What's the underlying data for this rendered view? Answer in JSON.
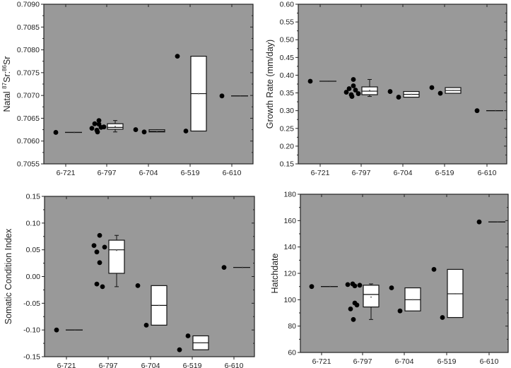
{
  "chart_data": [
    {
      "type": "box",
      "ylabel": "Natal 87Sr:86Sr",
      "ylabel_parts": [
        "Natal ",
        "87",
        "Sr:",
        "86",
        "Sr"
      ],
      "ylim": [
        0.7055,
        0.709
      ],
      "yticks": [
        "0.7055",
        "0.7060",
        "0.7065",
        "0.7070",
        "0.7075",
        "0.7080",
        "0.7085",
        "0.7090"
      ],
      "categories": [
        "6-721",
        "6-797",
        "6-704",
        "6-519",
        "6-610"
      ],
      "background": "#999999",
      "groups": [
        {
          "points": [
            0.70619
          ],
          "box": {
            "min": 0.70619,
            "q1": 0.70619,
            "median": 0.70619,
            "q3": 0.70619,
            "max": 0.70619,
            "mean": 0.70619
          }
        },
        {
          "points": [
            0.70628,
            0.70638,
            0.70624,
            0.7062,
            0.70645,
            0.70637,
            0.7063,
            0.70631
          ],
          "box": {
            "min": 0.7062,
            "q1": 0.70626,
            "median": 0.7063,
            "q3": 0.70638,
            "max": 0.70645,
            "mean": 0.70632
          }
        },
        {
          "points": [
            0.70625,
            0.7062
          ],
          "box": {
            "min": 0.7062,
            "q1": 0.7062,
            "median": 0.70622,
            "q3": 0.70625,
            "max": 0.70625,
            "mean": 0.70622
          }
        },
        {
          "points": [
            0.70786,
            0.70622
          ],
          "box": {
            "min": 0.70622,
            "q1": 0.70622,
            "median": 0.70704,
            "q3": 0.70786,
            "max": 0.70786,
            "mean": 0.70704
          }
        },
        {
          "points": [
            0.70699
          ],
          "box": {
            "min": 0.70699,
            "q1": 0.70699,
            "median": 0.70699,
            "q3": 0.70699,
            "max": 0.70699,
            "mean": 0.70699
          }
        }
      ]
    },
    {
      "type": "box",
      "ylabel": "Growth Rate (mm/day)",
      "ylim": [
        0.15,
        0.6
      ],
      "yticks": [
        "0.15",
        "0.20",
        "0.25",
        "0.30",
        "0.35",
        "0.40",
        "0.45",
        "0.50",
        "0.55",
        "0.60"
      ],
      "categories": [
        "6-721",
        "6-797",
        "6-704",
        "6-519",
        "6-610"
      ],
      "background": "#999999",
      "groups": [
        {
          "points": [
            0.383
          ],
          "box": {
            "min": 0.383,
            "q1": 0.383,
            "median": 0.383,
            "q3": 0.383,
            "max": 0.383,
            "mean": 0.383
          }
        },
        {
          "points": [
            0.352,
            0.362,
            0.345,
            0.34,
            0.388,
            0.37,
            0.358,
            0.348
          ],
          "box": {
            "min": 0.34,
            "q1": 0.345,
            "median": 0.355,
            "q3": 0.367,
            "max": 0.388,
            "mean": 0.357
          }
        },
        {
          "points": [
            0.354,
            0.338
          ],
          "box": {
            "min": 0.338,
            "q1": 0.338,
            "median": 0.346,
            "q3": 0.354,
            "max": 0.354,
            "mean": 0.346
          }
        },
        {
          "points": [
            0.365,
            0.349
          ],
          "box": {
            "min": 0.349,
            "q1": 0.349,
            "median": 0.357,
            "q3": 0.365,
            "max": 0.365,
            "mean": 0.357
          }
        },
        {
          "points": [
            0.3
          ],
          "box": {
            "min": 0.3,
            "q1": 0.3,
            "median": 0.3,
            "q3": 0.3,
            "max": 0.3,
            "mean": 0.3
          }
        }
      ]
    },
    {
      "type": "box",
      "ylabel": "Somatic Condition Index",
      "ylim": [
        -0.15,
        0.15
      ],
      "yticks": [
        "-0.15",
        "-0.10",
        "-0.05",
        "0.00",
        "0.05",
        "0.10",
        "0.15"
      ],
      "categories": [
        "6-721",
        "6-797",
        "6-704",
        "6-519",
        "6-610"
      ],
      "background": "#999999",
      "groups": [
        {
          "points": [
            -0.1
          ],
          "box": {
            "min": -0.1,
            "q1": -0.1,
            "median": -0.1,
            "q3": -0.1,
            "max": -0.1,
            "mean": -0.1
          }
        },
        {
          "points": [
            0.058,
            0.046,
            -0.014,
            0.077,
            0.026,
            -0.019,
            0.055
          ],
          "box": {
            "min": -0.019,
            "q1": 0.006,
            "median": 0.05,
            "q3": 0.068,
            "max": 0.077,
            "mean": 0.049
          }
        },
        {
          "points": [
            -0.017,
            -0.091
          ],
          "box": {
            "min": -0.091,
            "q1": -0.091,
            "median": -0.054,
            "q3": -0.017,
            "max": -0.017,
            "mean": -0.054
          }
        },
        {
          "points": [
            -0.137,
            -0.111
          ],
          "box": {
            "min": -0.137,
            "q1": -0.137,
            "median": -0.124,
            "q3": -0.111,
            "max": -0.111,
            "mean": -0.124
          }
        },
        {
          "points": [
            0.017
          ],
          "box": {
            "min": 0.017,
            "q1": 0.017,
            "median": 0.017,
            "q3": 0.017,
            "max": 0.017,
            "mean": 0.017
          }
        }
      ]
    },
    {
      "type": "box",
      "ylabel": "Hatchdate",
      "ylim": [
        60,
        180
      ],
      "yticks": [
        "60",
        "80",
        "100",
        "120",
        "140",
        "160",
        "180"
      ],
      "categories": [
        "6-721",
        "6-797",
        "6-704",
        "6-519",
        "6-610"
      ],
      "background": "#999999",
      "groups": [
        {
          "points": [
            110
          ],
          "box": {
            "min": 110,
            "q1": 110,
            "median": 110,
            "q3": 110,
            "max": 110,
            "mean": 110
          }
        },
        {
          "points": [
            111.5,
            93,
            112,
            85,
            97.5,
            110.5,
            96,
            111
          ],
          "box": {
            "min": 85,
            "q1": 94.5,
            "median": 104,
            "q3": 111,
            "max": 112,
            "mean": 102
          }
        },
        {
          "points": [
            109,
            91.5
          ],
          "box": {
            "min": 91.5,
            "q1": 91.5,
            "median": 100,
            "q3": 109,
            "max": 109,
            "mean": 100
          }
        },
        {
          "points": [
            123,
            86.5
          ],
          "box": {
            "min": 86.5,
            "q1": 86.5,
            "median": 104.5,
            "q3": 123,
            "max": 123,
            "mean": 104.5
          }
        },
        {
          "points": [
            159
          ],
          "box": {
            "min": 159,
            "q1": 159,
            "median": 159,
            "q3": 159,
            "max": 159,
            "mean": 159
          }
        }
      ]
    }
  ]
}
